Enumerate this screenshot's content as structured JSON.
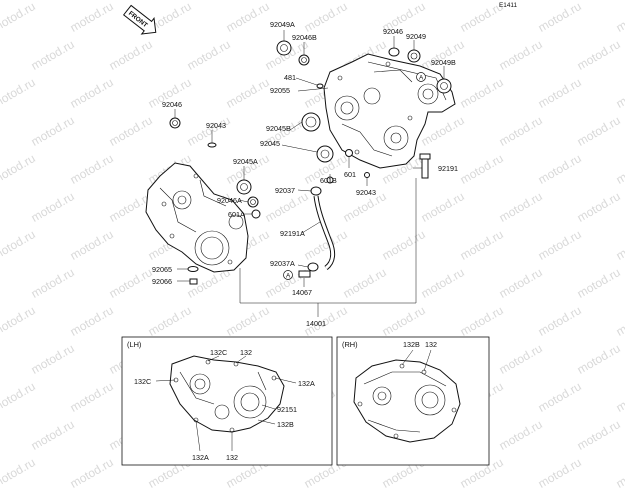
{
  "watermark_text": "motod.ru",
  "diagram_id": "E1411",
  "front_label": "FRONT",
  "labels": {
    "p92049A": "92049A",
    "p92046B": "92046B",
    "p481": "481",
    "p92055": "92055",
    "p92046_top": "92046",
    "p92049_top": "92049",
    "p92049B": "92049B",
    "pA_top": "A",
    "p92046_left": "92046",
    "p92043_left": "92043",
    "p92045B": "92045B",
    "p92045": "92045",
    "p92191_right": "92191",
    "p601B": "601B",
    "p601": "601",
    "p92043_mid": "92043",
    "p92045A": "92045A",
    "p92037": "92037",
    "p92046A": "92046A",
    "p601A": "601A",
    "p92191A": "92191A",
    "p92065": "92065",
    "p92066": "92066",
    "p92037A": "92037A",
    "pA_mid": "A",
    "p14067": "14067",
    "p14001": "14001"
  },
  "lh_box": {
    "title": "(LH)",
    "l132C_top": "132C",
    "l132_top": "132",
    "l132C_left": "132C",
    "l132A_right": "132A",
    "l92151": "92151",
    "l132B": "132B",
    "l132A_bottom": "132A",
    "l132_bottom": "132"
  },
  "rh_box": {
    "title": "(RH)",
    "l132B": "132B",
    "l132": "132"
  }
}
